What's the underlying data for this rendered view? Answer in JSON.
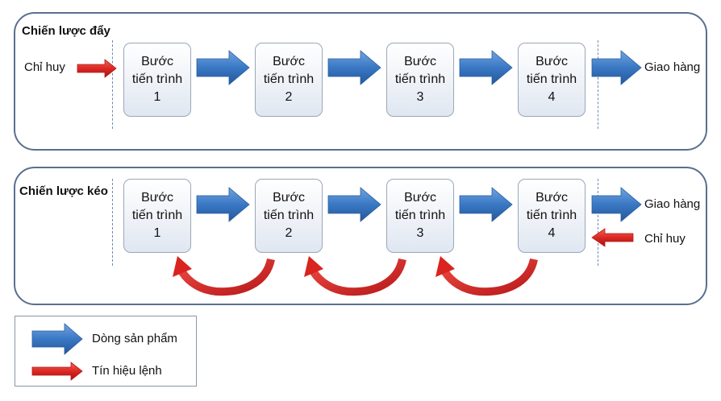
{
  "push": {
    "title": "Chiến lược đẩy",
    "command_label": "Chỉ huy",
    "delivery_label": "Giao hàng"
  },
  "pull": {
    "title": "Chiến lược kéo",
    "command_label": "Chỉ huy",
    "delivery_label": "Giao hàng"
  },
  "steps": [
    {
      "line1": "Bước",
      "line2": "tiến trình",
      "num": "1"
    },
    {
      "line1": "Bước",
      "line2": "tiến trình",
      "num": "2"
    },
    {
      "line1": "Bước",
      "line2": "tiến trình",
      "num": "3"
    },
    {
      "line1": "Bước",
      "line2": "tiến trình",
      "num": "4"
    }
  ],
  "legend": {
    "product_flow": "Dòng sản phẩm",
    "order_signal": "Tín hiệu lệnh"
  },
  "colors": {
    "product_flow": "#3a78c4",
    "order_signal": "#d9241f",
    "border": "#5a6f8e"
  }
}
